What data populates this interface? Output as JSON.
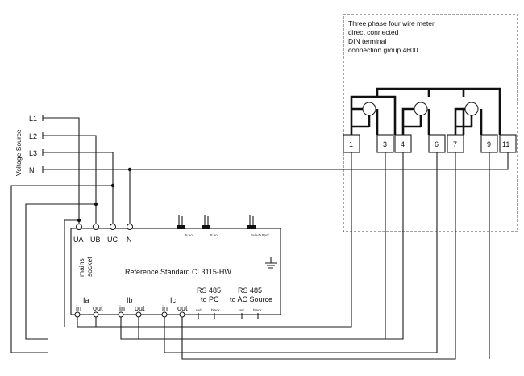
{
  "meter": {
    "title_lines": [
      "Three phase four wire meter",
      "direct connected",
      "DIN terminal",
      "connection group 4600"
    ],
    "terminals": [
      "1",
      "3",
      "4",
      "6",
      "7",
      "9",
      "11"
    ]
  },
  "source": {
    "label": "Voltage Source",
    "lines": [
      "L1",
      "L2",
      "L3",
      "N"
    ]
  },
  "device": {
    "title": "Reference Standard CL3115-HW",
    "voltage_terminals": [
      "UA",
      "UB",
      "UC",
      "N"
    ],
    "mains_label_1": "mains",
    "mains_label_2": "socket",
    "pulse_labels": [
      "5 pol",
      "5 pol",
      "Sub-D 9pol"
    ],
    "current_groups": [
      {
        "name": "Ia",
        "in": "in",
        "out": "out"
      },
      {
        "name": "Ib",
        "in": "in",
        "out": "out"
      },
      {
        "name": "Ic",
        "in": "in",
        "out": "out"
      }
    ],
    "rs485_pc": {
      "line1": "RS 485",
      "line2": "to PC",
      "red": "red",
      "black": "black"
    },
    "rs485_ac": {
      "line1": "RS 485",
      "line2": "to AC Source",
      "red": "red",
      "black": "black"
    }
  }
}
